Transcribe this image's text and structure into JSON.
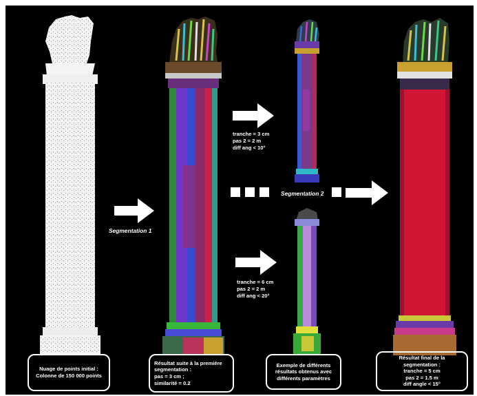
{
  "colors": {
    "background": "#000000",
    "text": "#ffffff",
    "initial_cloud": "#ffffff",
    "final_red": "#d11535"
  },
  "labels": {
    "segmentation1": "Segmentation 1",
    "segmentation2": "Segmentation 2",
    "params_top": [
      "tranche = 3 cm",
      "pas 2 = 2 m",
      "diff ang < 10°"
    ],
    "params_bottom": [
      "tranche = 6 cm",
      "pas 2 = 2 m",
      "diff ang < 20°"
    ]
  },
  "captions": {
    "initial": [
      "Nuage de points initial :",
      "Colonne de 150 000 points"
    ],
    "first": [
      "Résultat suite à la première",
      "segmentation :",
      "pas = 3 cm ;",
      "similarité = 0.2"
    ],
    "examples": [
      "Exemple de différents",
      "résultats obtenus avec",
      "différents paramètres"
    ],
    "final": [
      "Résultat final de la segmentation :",
      "tranche = 5 cm",
      "pas 2 = 1.5 m",
      "diff angle < 15°"
    ]
  },
  "icons": [
    "right-arrow-icon",
    "ellipsis-squares-icon"
  ]
}
